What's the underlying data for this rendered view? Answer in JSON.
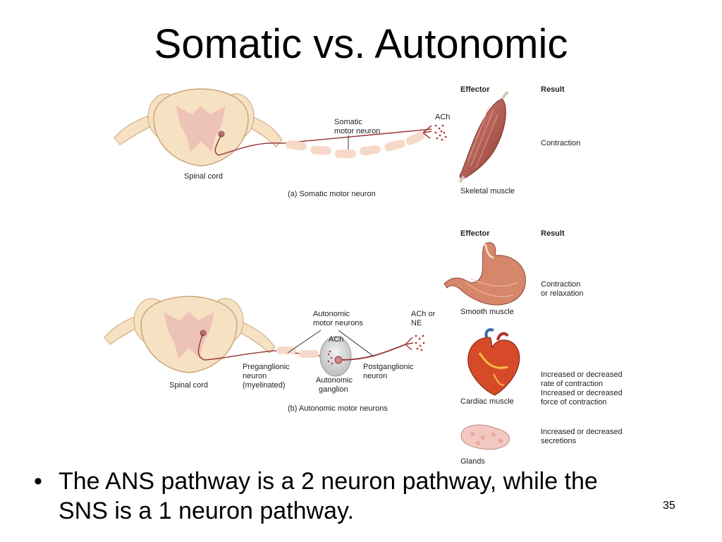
{
  "title": "Somatic vs. Autonomic",
  "somatic": {
    "header_effector": "Effector",
    "header_result": "Result",
    "neuron_label_line1": "Somatic",
    "neuron_label_line2": "motor neuron",
    "neurotransmitter": "ACh",
    "spinal_cord": "Spinal cord",
    "caption": "(a) Somatic motor neuron",
    "effector": "Skeletal muscle",
    "result": "Contraction"
  },
  "autonomic": {
    "header_effector": "Effector",
    "header_result": "Result",
    "neurons_label_line1": "Autonomic",
    "neurons_label_line2": "motor neurons",
    "ganglion_nt": "ACh",
    "terminal_nt_line1": "ACh or",
    "terminal_nt_line2": "NE",
    "spinal_cord": "Spinal cord",
    "preganglionic_line1": "Preganglionic",
    "preganglionic_line2": "neuron",
    "preganglionic_line3": "(myelinated)",
    "ganglion_line1": "Autonomic",
    "ganglion_line2": "ganglion",
    "postganglionic_line1": "Postganglionic",
    "postganglionic_line2": "neuron",
    "caption": "(b) Autonomic motor neurons",
    "smooth_muscle": "Smooth muscle",
    "smooth_result_line1": "Contraction",
    "smooth_result_line2": "or relaxation",
    "cardiac_muscle": "Cardiac muscle",
    "cardiac_result_line1": "Increased or decreased",
    "cardiac_result_line2": "rate of contraction",
    "cardiac_result_line3": "Increased or decreased",
    "cardiac_result_line4": "force of contraction",
    "glands": "Glands",
    "glands_result_line1": "Increased or decreased",
    "glands_result_line2": "secretions"
  },
  "bullet": {
    "symbol": "•",
    "text": "The ANS pathway is a 2 neuron pathway, while the SNS is a 1 neuron pathway."
  },
  "page_number": "35",
  "colors": {
    "cord": "#f6e2c3",
    "cord_outline": "#c9a47a",
    "grey_matter": "#ecc3b6",
    "axon": "#9c3d3d",
    "myelin": "#f7d9c9",
    "muscle": "#b8645a",
    "dots": "#b53a3a"
  }
}
